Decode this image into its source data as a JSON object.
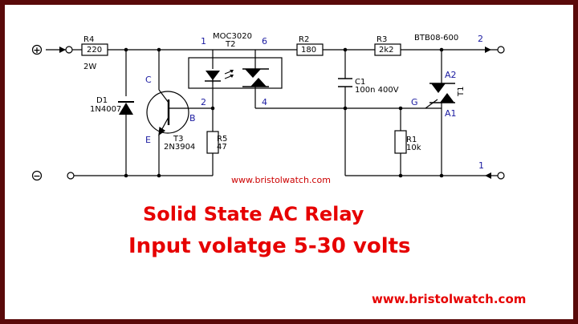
{
  "terminals": {
    "plus": "+",
    "minus": "−",
    "out2": "2",
    "out1": "1"
  },
  "components": {
    "r4": {
      "ref": "R4",
      "value": "220",
      "power": "2W"
    },
    "d1": {
      "ref": "D1",
      "part": "1N4007"
    },
    "t3": {
      "ref": "T3",
      "part": "2N3904",
      "c": "C",
      "b": "B",
      "e": "E"
    },
    "r5": {
      "ref": "R5",
      "value": "47"
    },
    "t2": {
      "part": "MOC3020",
      "ref": "T2",
      "pin1": "1",
      "pin2": "2",
      "pin4": "4",
      "pin6": "6"
    },
    "r2": {
      "ref": "R2",
      "value": "180"
    },
    "r3": {
      "ref": "R3",
      "value": "2k2"
    },
    "c1": {
      "ref": "C1",
      "value": "100n 400V"
    },
    "r1": {
      "ref": "R1",
      "value": "10k"
    },
    "t1": {
      "part": "BTB08-600",
      "ref": "T1",
      "a2": "A2",
      "a1": "A1",
      "g": "G"
    }
  },
  "watermark": "www.bristolwatch.com",
  "title_line1": "Solid State AC Relay",
  "title_line2": "Input volatge 5-30 volts",
  "footer_url": "www.bristolwatch.com"
}
